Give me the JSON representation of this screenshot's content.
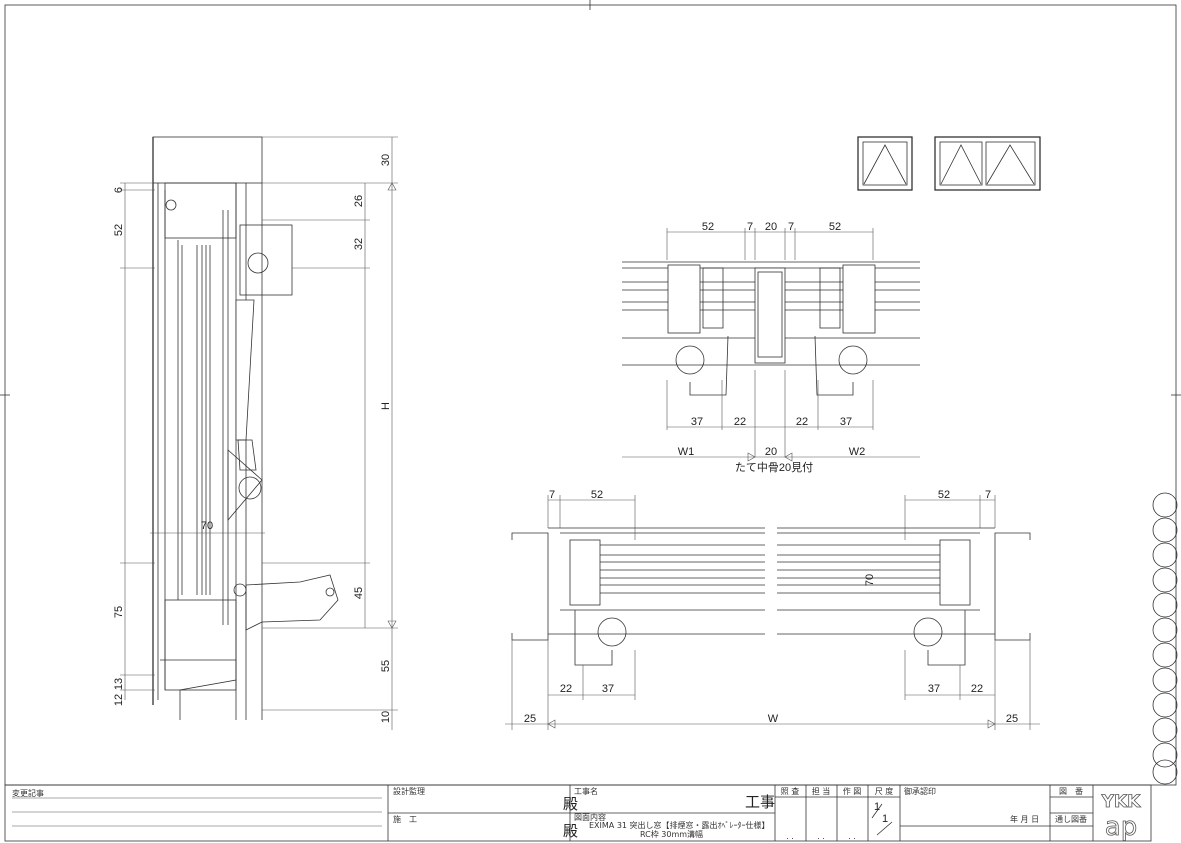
{
  "drawing": {
    "side_section": {
      "left_dims": [
        "6",
        "52",
        "75",
        "13",
        "12"
      ],
      "right_inner_dims": [
        "26",
        "32",
        "45"
      ],
      "right_outer_dims": [
        "30",
        "H",
        "55",
        "10"
      ],
      "inner_dim": "70"
    },
    "mullion_section": {
      "top_dims": [
        "52",
        "7",
        "20",
        "7",
        "52"
      ],
      "bottom_dims": [
        "37",
        "22",
        "22",
        "37"
      ],
      "width_dims": [
        "W1",
        "20",
        "W2"
      ],
      "caption": "たて中骨20見付"
    },
    "plan_section": {
      "top_dims": [
        "7",
        "52",
        "52",
        "7"
      ],
      "inner_dim": "70",
      "bottom_dims": [
        "22",
        "37",
        "37",
        "22"
      ],
      "width_dims": [
        "25",
        "W",
        "25"
      ]
    }
  },
  "title_block": {
    "change_log_label": "変更記事",
    "design_supervision_label": "設計監理",
    "construction_label": "施　工",
    "honorific": "殿",
    "project_name_label": "工事名",
    "project_suffix": "工事",
    "drawing_content_label": "図面内容",
    "drawing_content_line1": "EXIMA 31 突出し窓【排煙窓・露出ｵﾍﾟﾚｰﾀｰ仕様】",
    "drawing_content_line2": "RC枠 30mm溝幅",
    "check_label": "照 査",
    "charge_label": "担 当",
    "draft_label": "作 図",
    "scale_label": "尺 度",
    "scale_value_num": "1",
    "scale_value_den": "1",
    "approval_label": "御承認印",
    "date_label": "年 月 日",
    "drawing_no_label": "図　番",
    "serial_no_label": "通し図番",
    "date_placeholder": ". .",
    "logo_text": "YKK ap"
  }
}
